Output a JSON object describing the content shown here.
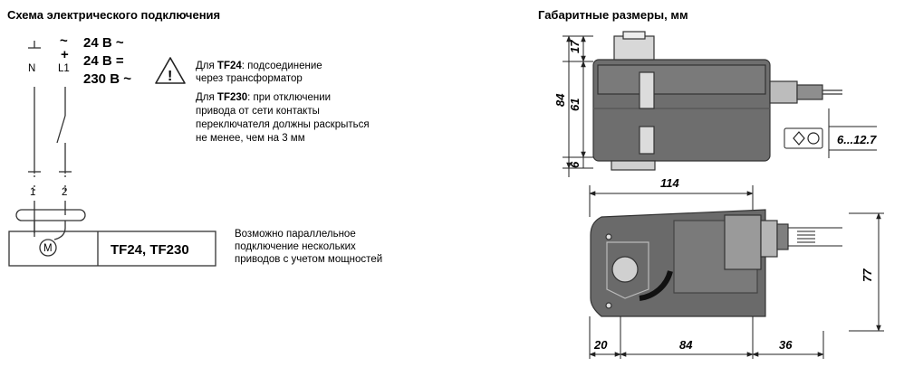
{
  "left": {
    "title": "Схема электрического подключения",
    "term_n": "N",
    "term_l1": "L1",
    "ac_sym": "~",
    "plus_sym": "+",
    "v1": "24 В ~",
    "v2": "24 В =",
    "v3": "230 В ~",
    "t1": "1",
    "t2": "2",
    "motor": "M",
    "model": "TF24, TF230",
    "warn_mark": "!",
    "note1": {
      "l1_pre": "Для ",
      "l1_bold": "TF24",
      "l1_post": ": подсоединение",
      "l2": "через трансформатор"
    },
    "note2": {
      "l1_pre": "Для ",
      "l1_bold": "TF230",
      "l1_post": ": при отключении",
      "l2": "привода от сети контакты",
      "l3": "переключателя должны раскрыться",
      "l4": "не менее, чем на 3 мм",
      "l5": ""
    },
    "note3": {
      "l1": "Возможно параллельное",
      "l2": "подключение нескольких",
      "l3": "приводов с учетом мощностей"
    }
  },
  "right": {
    "title": "Габаритные размеры, мм",
    "d17": "17",
    "d61": "61",
    "d6": "6",
    "d84v": "84",
    "dshaft": "6...12.7",
    "d114": "114",
    "d77": "77",
    "d20": "20",
    "d84h": "84",
    "d36": "36"
  }
}
